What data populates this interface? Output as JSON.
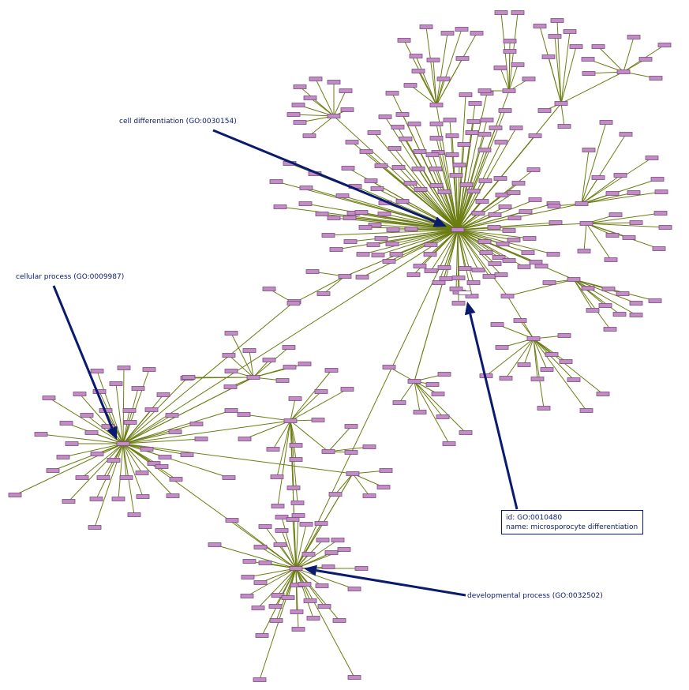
{
  "annotations": {
    "cell_differentiation": "cell differentiation (GO:0030154)",
    "cellular_process": "cellular process (GO:0009987)",
    "developmental_process": "developmental process (GO:0032502)"
  },
  "info_box": {
    "id_line": "id: GO:0010480",
    "name_line": "name: microsporocyte differentiation"
  },
  "colors": {
    "edge": "#6b7d12",
    "node_fill": "#c38cc4",
    "node_stroke": "#7a4a82",
    "arrow": "#0a1a6e",
    "selected_fill": "#ffffff"
  }
}
